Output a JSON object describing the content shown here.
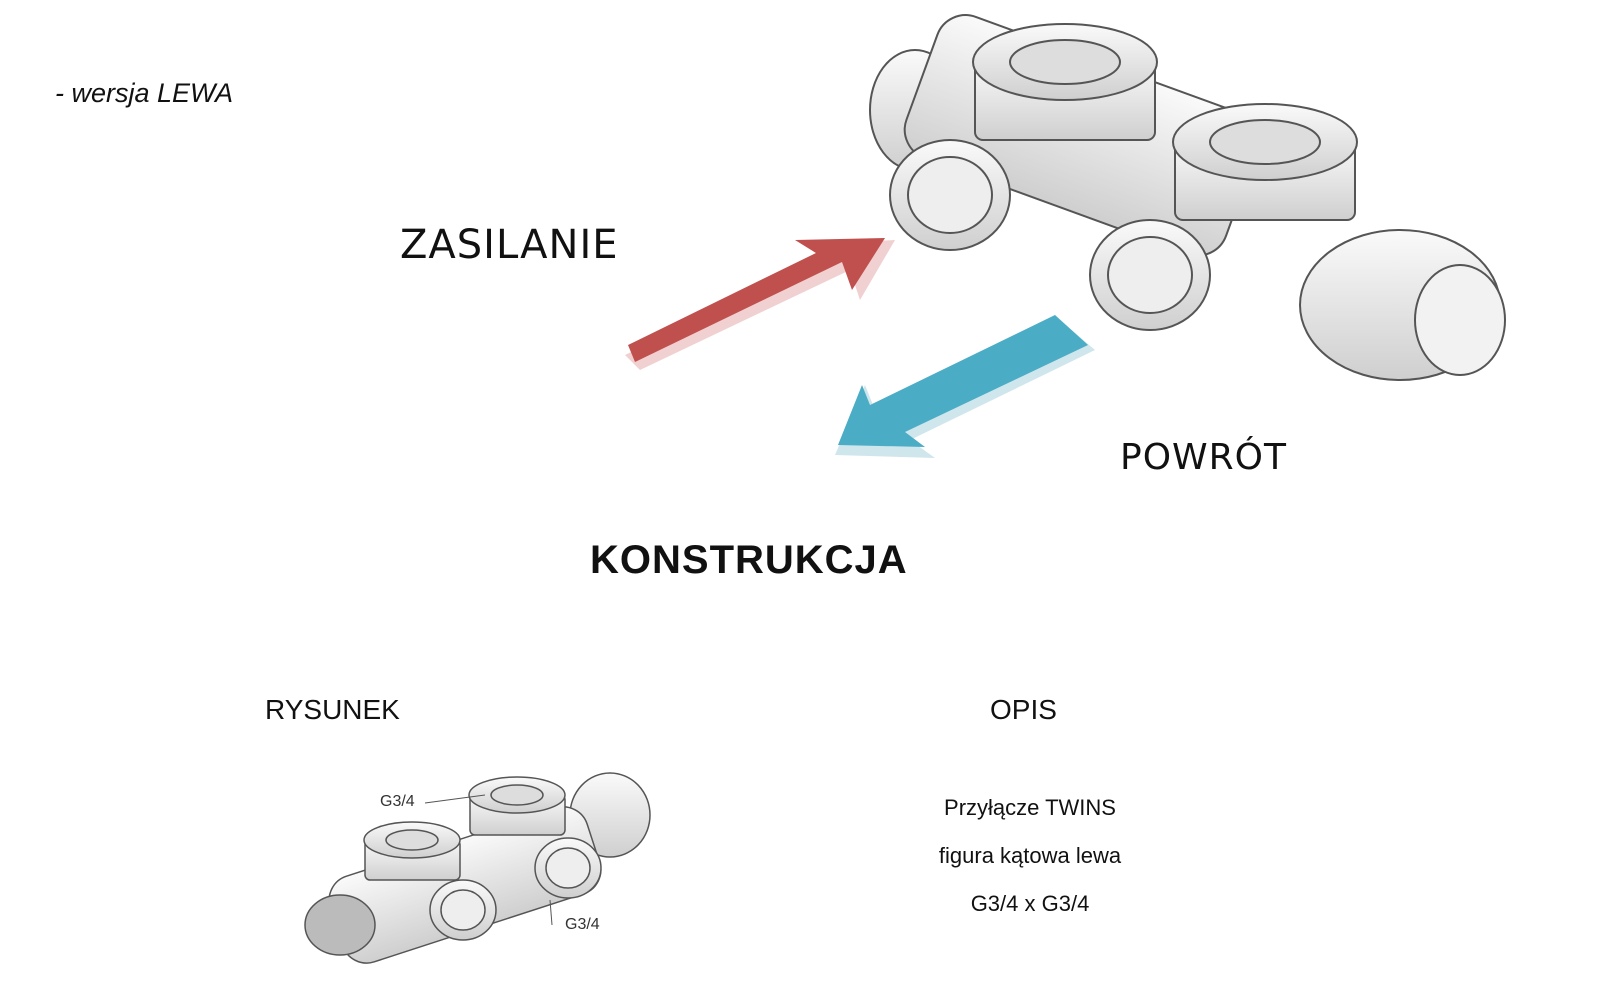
{
  "variant_label": "- wersja LEWA",
  "arrows": {
    "supply_label": "ZASILANIE",
    "supply_color": "#c0504d",
    "return_label": "POWRÓT",
    "return_color": "#4bacc6"
  },
  "section_title": "KONSTRUKCJA",
  "drawing": {
    "heading": "RYSUNEK",
    "labels": [
      "G3/4",
      "G3/4"
    ]
  },
  "description": {
    "heading": "OPIS",
    "lines": [
      "Przyłącze TWINS",
      "figura kątowa lewa",
      "G3/4 x G3/4"
    ]
  }
}
